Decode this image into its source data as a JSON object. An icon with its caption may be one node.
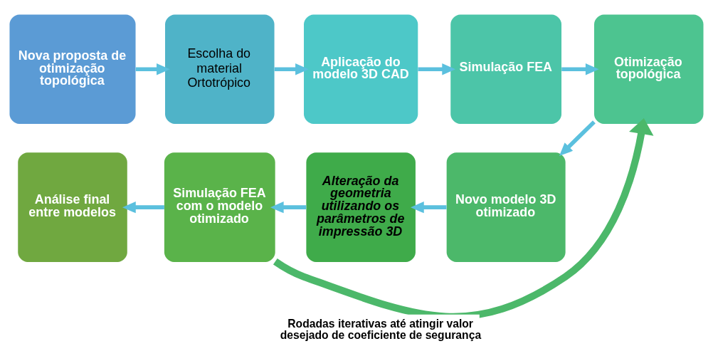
{
  "diagram": {
    "nodes": [
      {
        "text": [
          "Nova proposta de otimização topológica"
        ]
      },
      {
        "text": [
          "Escolha do material Ortotrópico"
        ]
      },
      {
        "text": [
          "Aplicação do modelo 3D CAD"
        ]
      },
      {
        "text": [
          "Simulação FEA"
        ]
      },
      {
        "text": [
          "Otimização topológica"
        ]
      },
      {
        "text": [
          "Novo modelo 3D otimizado"
        ]
      },
      {
        "text": [
          "Alteração da geometria utilizando os parâmetros de impressão 3D"
        ]
      },
      {
        "text": [
          "Simulação FEA com o modelo otimizado"
        ]
      },
      {
        "text": [
          "Análise final entre modelos"
        ]
      }
    ],
    "edges": [
      {
        "from": 0,
        "to": 1,
        "arrow": "to"
      },
      {
        "from": 1,
        "to": 2,
        "arrow": "to"
      },
      {
        "from": 2,
        "to": 3,
        "arrow": "to"
      },
      {
        "from": 3,
        "to": 4,
        "arrow": "to"
      },
      {
        "from": 4,
        "to": 5,
        "arrow": "to"
      },
      {
        "from": 5,
        "to": 6,
        "arrow": "to"
      },
      {
        "from": 6,
        "to": 7,
        "arrow": "to"
      },
      {
        "from": 7,
        "to": 8,
        "arrow": "to"
      },
      {
        "from": 7,
        "to": 4,
        "arrow": "to",
        "label": "Rodadas iterativas até atingir valor desejado de coeficiente de segurança",
        "style": "thick",
        "color": "#4cb86a"
      }
    ]
  }
}
